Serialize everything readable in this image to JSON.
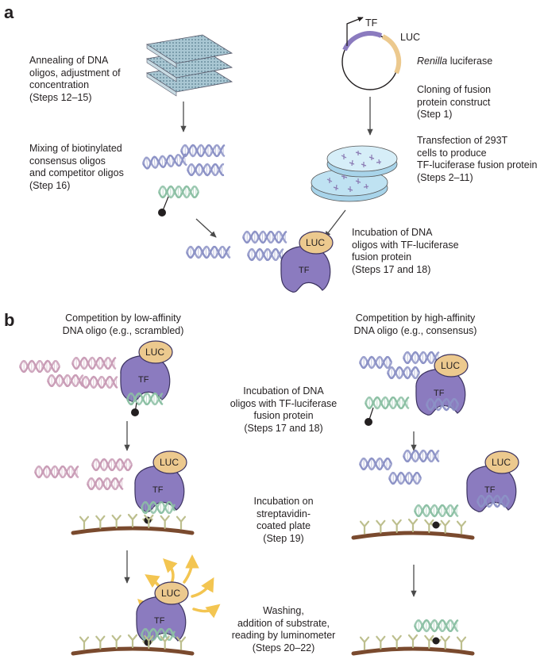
{
  "figure": {
    "panel_a": {
      "letter": "a",
      "annealing": "Annealing of DNA\noligos, adjustment of\nconcentration\n(Steps 12–15)",
      "mixing": "Mixing of biotinylated\nconsensus oligos\nand competitor oligos\n(Step 16)",
      "plasmid_tf": "TF",
      "plasmid_luc": "LUC",
      "renilla_italic": "Renilla",
      "renilla_rest": " luciferase",
      "cloning": "Cloning of fusion\nprotein construct\n(Step 1)",
      "transfection": "Transfection of 293T\ncells to produce\nTF-luciferase fusion protein\n(Steps 2–11)",
      "incubation": "Incubation of DNA\noligos with TF-luciferase\nfusion protein\n(Steps 17 and 18)"
    },
    "panel_b": {
      "letter": "b",
      "low_title": "Competition by low-affinity\nDNA oligo (e.g., scrambled)",
      "high_title": "Competition by high-affinity\nDNA oligo (e.g., consensus)",
      "step_incubation": "Incubation of DNA\noligos with TF-luciferase\nfusion protein\n(Steps 17 and 18)",
      "step_plate": "Incubation on\nstreptavidin-\ncoated plate\n(Step 19)",
      "step_wash": "Washing,\naddition of substrate,\nreading by luminometer\n(Steps 20–22)"
    },
    "protein": {
      "luc": "LUC",
      "tf": "TF"
    },
    "colors": {
      "tf_purple": "#8b7bbf",
      "luc_tan": "#ecc98e",
      "dna_blue": "#8c92c6",
      "dna_pink": "#c99cb6",
      "dna_green": "#8cc0a4",
      "plate_brown": "#7a4a2e",
      "streptavidin": "#bdbf8e",
      "light_yellow": "#f3c551",
      "dish_blue": "#bfe2f2"
    }
  }
}
